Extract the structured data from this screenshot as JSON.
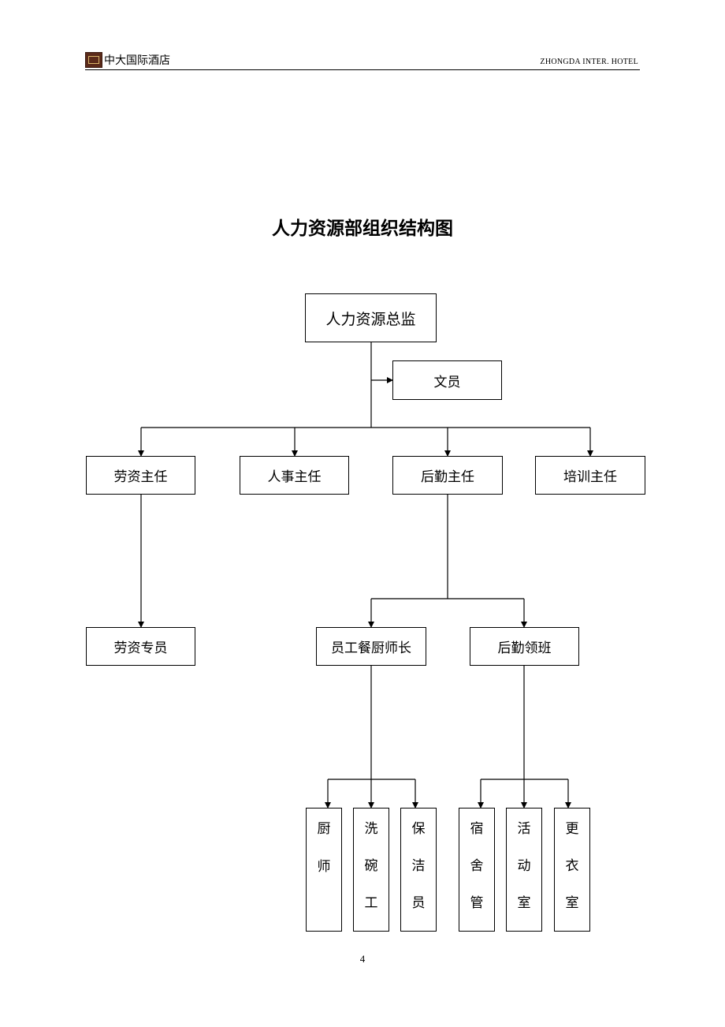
{
  "header": {
    "hotel_name_cn": "中大国际酒店",
    "hotel_name_en": "ZHONGDA INTER. HOTEL"
  },
  "title": "人力资源部组织结构图",
  "nodes": {
    "director": "人力资源总监",
    "clerk": "文员",
    "payroll_supervisor": "劳资主任",
    "personnel_supervisor": "人事主任",
    "logistics_supervisor": "后勤主任",
    "training_supervisor": "培训主任",
    "payroll_specialist": "劳资专员",
    "staff_canteen_chef": "员工餐厨师长",
    "logistics_foreman": "后勤领班",
    "cook": [
      "厨",
      "师"
    ],
    "dishwasher": [
      "洗",
      "碗",
      "工"
    ],
    "cleaner": [
      "保",
      "洁",
      "员"
    ],
    "dormitory_manager": [
      "宿",
      "舍",
      "管"
    ],
    "activity_room": [
      "活",
      "动",
      "室"
    ],
    "locker_room": [
      "更",
      "衣",
      "室"
    ]
  },
  "page_number": "4"
}
